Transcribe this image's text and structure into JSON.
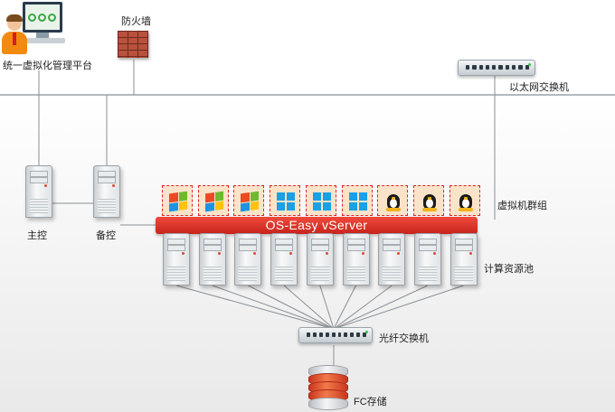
{
  "labels": {
    "management": "统一虚拟化管理平台",
    "firewall": "防火墙",
    "ethernet_switch": "以太网交换机",
    "primary": "主控",
    "backup": "备控",
    "vm_group": "虚拟机群组",
    "compute_pool": "计算资源池",
    "fiber_switch": "光纤交换机",
    "fc_storage": "FC存储"
  },
  "banner": {
    "title": "OS-Easy vServer"
  },
  "vms": [
    {
      "icon": "windows-xp-icon"
    },
    {
      "icon": "windows-xp-icon"
    },
    {
      "icon": "windows-xp-icon"
    },
    {
      "icon": "windows-8-icon"
    },
    {
      "icon": "windows-8-icon"
    },
    {
      "icon": "windows-8-icon"
    },
    {
      "icon": "linux-tux-icon"
    },
    {
      "icon": "linux-tux-icon"
    },
    {
      "icon": "linux-tux-icon"
    }
  ],
  "compute_servers": 9,
  "colors": {
    "accent": "#d9262a",
    "line": "#8a8f94"
  }
}
